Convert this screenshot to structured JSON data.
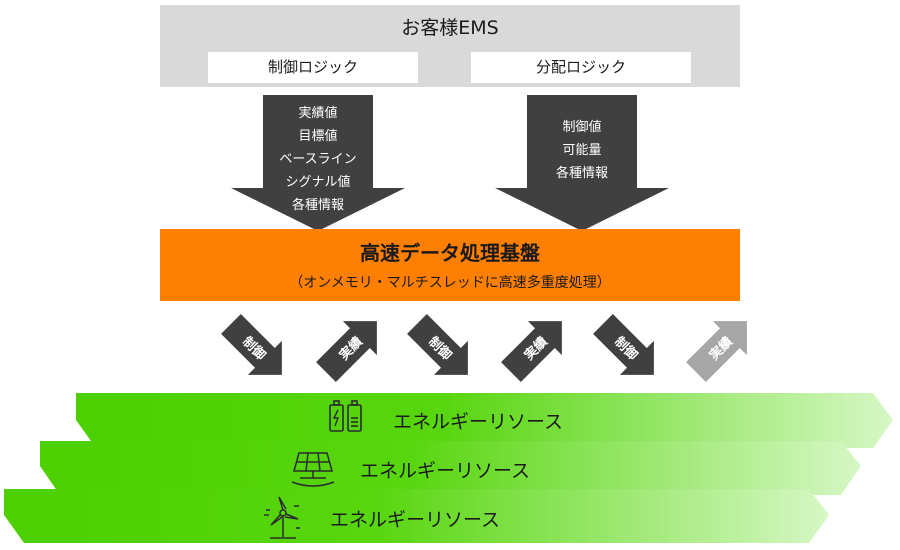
{
  "ems": {
    "title": "お客様EMS",
    "left_box": "制御ロジック",
    "right_box": "分配ロジック"
  },
  "down_left_labels": [
    "実績値",
    "目標値",
    "ベースライン",
    "シグナル値",
    "各種情報"
  ],
  "down_right_labels": [
    "制御値",
    "可能量",
    "各種情報"
  ],
  "platform": {
    "title": "高速データ処理基盤",
    "subtitle": "（オンメモリ・マルチスレッドに高速多重度処理）"
  },
  "small_arrows": [
    {
      "label": "制御",
      "direction": "down",
      "color": "#404040"
    },
    {
      "label": "実績",
      "direction": "up",
      "color": "#404040"
    },
    {
      "label": "制御",
      "direction": "down",
      "color": "#404040"
    },
    {
      "label": "実績",
      "direction": "up",
      "color": "#404040"
    },
    {
      "label": "制御",
      "direction": "down",
      "color": "#404040"
    },
    {
      "label": "実績",
      "direction": "up",
      "color": "#a6a6a6"
    }
  ],
  "resources": [
    {
      "label": "エネルギーリソース",
      "icon": "battery-icon"
    },
    {
      "label": "エネルギーリソース",
      "icon": "solar-panel-icon"
    },
    {
      "label": "エネルギーリソース",
      "icon": "wind-turbine-icon"
    }
  ],
  "colors": {
    "gray_box": "#d9d9d9",
    "dark_arrow": "#404040",
    "orange": "#ff7f00",
    "green": "#4cd000"
  }
}
